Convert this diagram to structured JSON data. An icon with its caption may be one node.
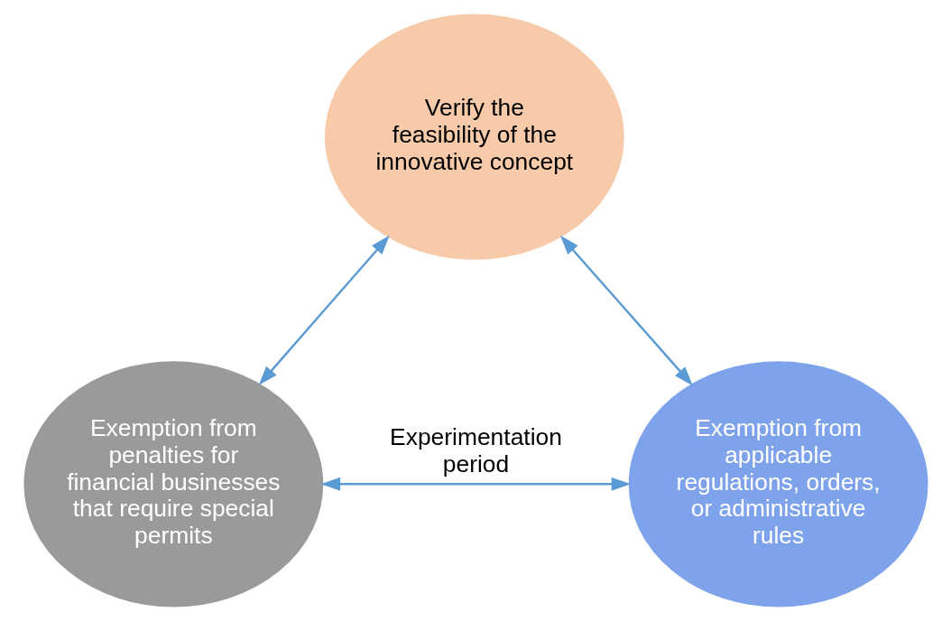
{
  "diagram": {
    "nodes": [
      {
        "text": [
          "Verify the feasibility of the innovative concept"
        ]
      },
      {
        "text": [
          "Exemption from penalties for financial businesses that require special permits"
        ]
      },
      {
        "text": [
          "Exemption from applicable regulations, orders, or administrative rules"
        ]
      }
    ],
    "edges": [
      {
        "from": 0,
        "to": 1,
        "arrow": "both"
      },
      {
        "from": 0,
        "to": 2,
        "arrow": "both"
      },
      {
        "from": 1,
        "to": 2,
        "arrow": "both",
        "label": "Experimentation period"
      }
    ]
  }
}
